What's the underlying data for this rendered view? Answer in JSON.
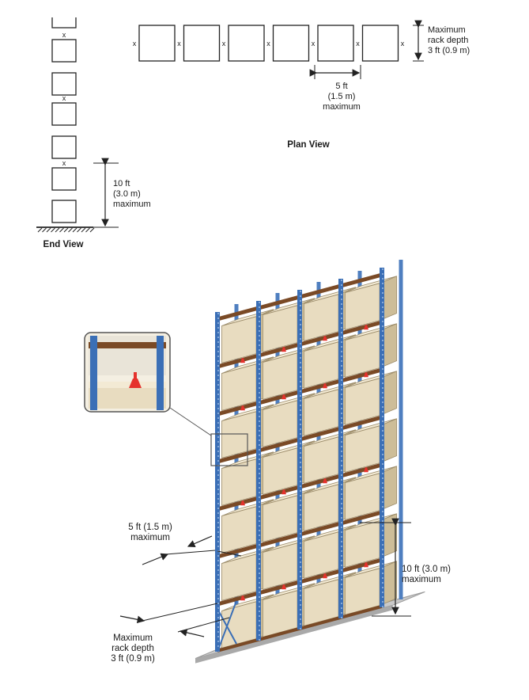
{
  "plan_view": {
    "title": "Plan View",
    "spacing_label": [
      "5 ft",
      "(1.5 m)",
      "maximum"
    ],
    "depth_label": [
      "Maximum",
      "rack depth",
      "3 ft (0.9 m)"
    ],
    "sprinkler_mark": "x",
    "rack_count": 6
  },
  "end_view": {
    "title": "End View",
    "height_label": [
      "10 ft",
      "(3.0 m)",
      "maximum"
    ],
    "sprinkler_mark": "x"
  },
  "rack_illustration": {
    "spacing_label": [
      "5 ft (1.5 m)",
      "maximum"
    ],
    "height_label": [
      "10 ft (3.0 m)",
      "maximum"
    ],
    "depth_label": [
      "Maximum",
      "rack depth",
      "3 ft (0.9 m)"
    ]
  },
  "colors": {
    "upright": "#3b6fb6",
    "beam": "#7a4a26",
    "box": "#e8dcc0",
    "box_shade": "#cdbd98",
    "sprinkler": "#e5322d",
    "floor": "#c9c9c9",
    "line": "#222222"
  }
}
